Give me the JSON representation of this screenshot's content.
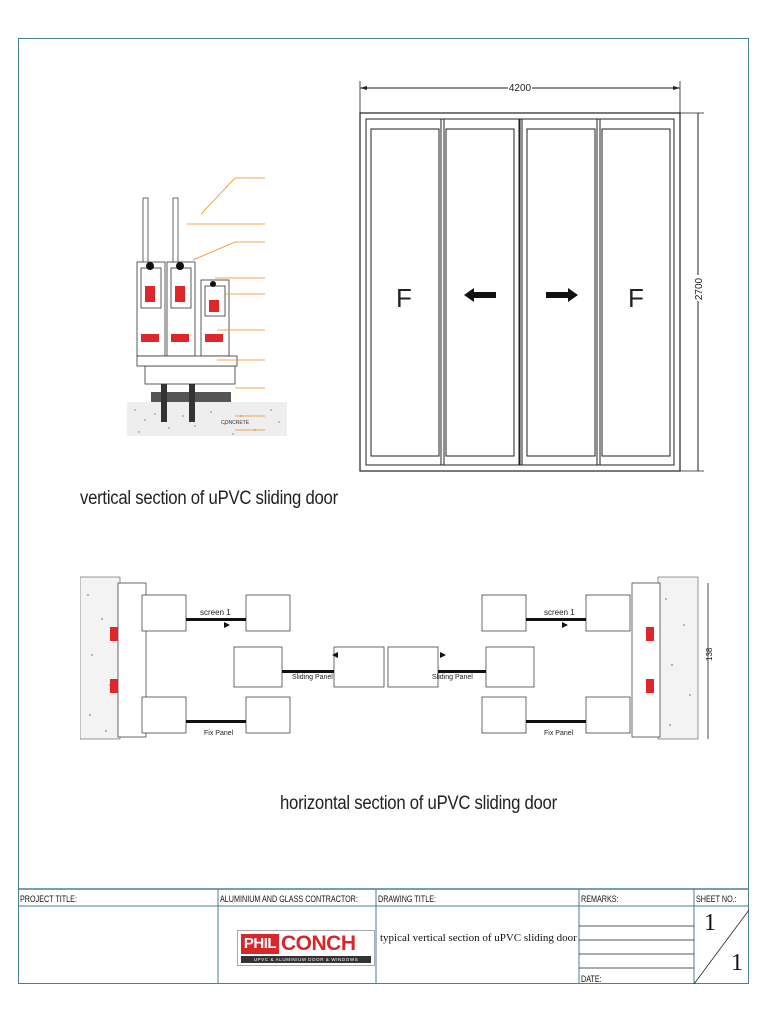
{
  "plan": {
    "width_dim": "4200",
    "height_dim": "2700",
    "fixed_label_left": "F",
    "fixed_label_right": "F"
  },
  "captions": {
    "vertical": "vertical section of uPVC sliding door",
    "horizontal": "horizontal section of uPVC sliding door"
  },
  "horizontal_section": {
    "labels": [
      "screen 1",
      "Sliding Panel",
      "Fix Panel",
      "Sliding Panel",
      "screen 1",
      "Fix Panel"
    ],
    "dim": "138"
  },
  "vertical_section": {
    "concrete_label": "CONCRETE"
  },
  "title_block": {
    "project_title_label": "PROJECT TITLE:",
    "contractor_label": "ALUMINIUM AND GLASS CONTRACTOR:",
    "drawing_title_label": "DRAWING TITLE:",
    "drawing_title": "typical vertical section of uPVC sliding door",
    "remarks_label": "REMARKS:",
    "sheet_no_label": "SHEET NO.:",
    "sheet_no": "1",
    "sheet_total": "1",
    "date_label": "DATE:",
    "logo_phil": "PHIL",
    "logo_conch": "CONCH",
    "logo_tagline": "UPVC & ALUMINIUM DOOR & WINDOWS"
  },
  "colors": {
    "frame": "#4a7f98",
    "annotation": "#f08a1c",
    "gasket": "#e0262b",
    "logo_red": "#d9262b"
  }
}
